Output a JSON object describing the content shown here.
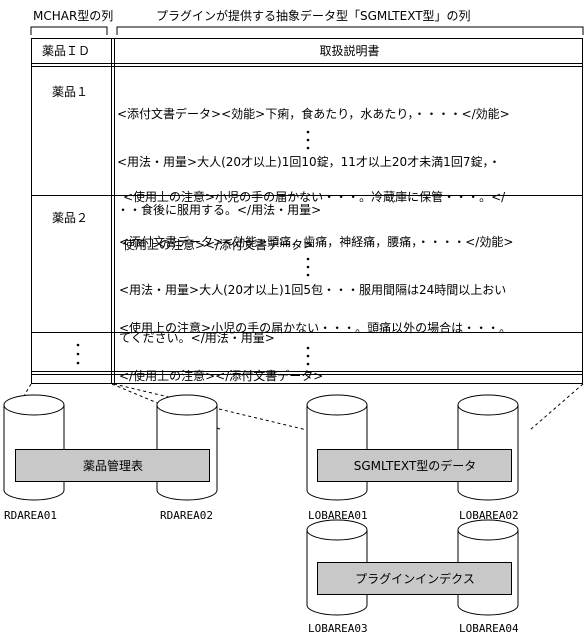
{
  "header": {
    "left_caption": "MCHAR型の列",
    "right_caption": "プラグインが提供する抽象データ型「SGMLTEXT型」の列"
  },
  "table": {
    "col1_header": "薬品ＩＤ",
    "col2_header": "取扱説明書",
    "rows": [
      {
        "id": "薬品１",
        "lines_top": [
          "<添付文書データ><効能>下痢，食あたり，水あたり，・・・・</効能>",
          "<用法・用量>大人(20才以上)1回10錠，11才以上20才未満1回7錠，・",
          "・・食後に服用する。</用法・用量>"
        ],
        "lines_bottom": [
          "<使用上の注意>小児の手の届かない・・・。冷蔵庫に保管・・・。</",
          "使用上の注意></添付文書データ>"
        ]
      },
      {
        "id": "薬品２",
        "lines_top": [
          "<添付文書データ><効能>頭痛，歯痛，神経痛，腰痛，・・・・</効能>",
          "<用法・用量>大人(20才以上)1回5包・・・服用間隔は24時間以上おい",
          "てください。</用法・用量>"
        ],
        "lines_bottom": [
          "<使用上の注意>小児の手の届かない・・・。頭痛以外の場合は・・・。",
          "</使用上の注意></添付文書データ>"
        ]
      }
    ]
  },
  "storage": {
    "left_box": "薬品管理表",
    "right_box": "SGMLTEXT型のデータ",
    "bottom_box": "プラグインインデクス",
    "areas": [
      "RDAREA01",
      "RDAREA02",
      "LOBAREA01",
      "LOBAREA02",
      "LOBAREA03",
      "LOBAREA04"
    ]
  }
}
